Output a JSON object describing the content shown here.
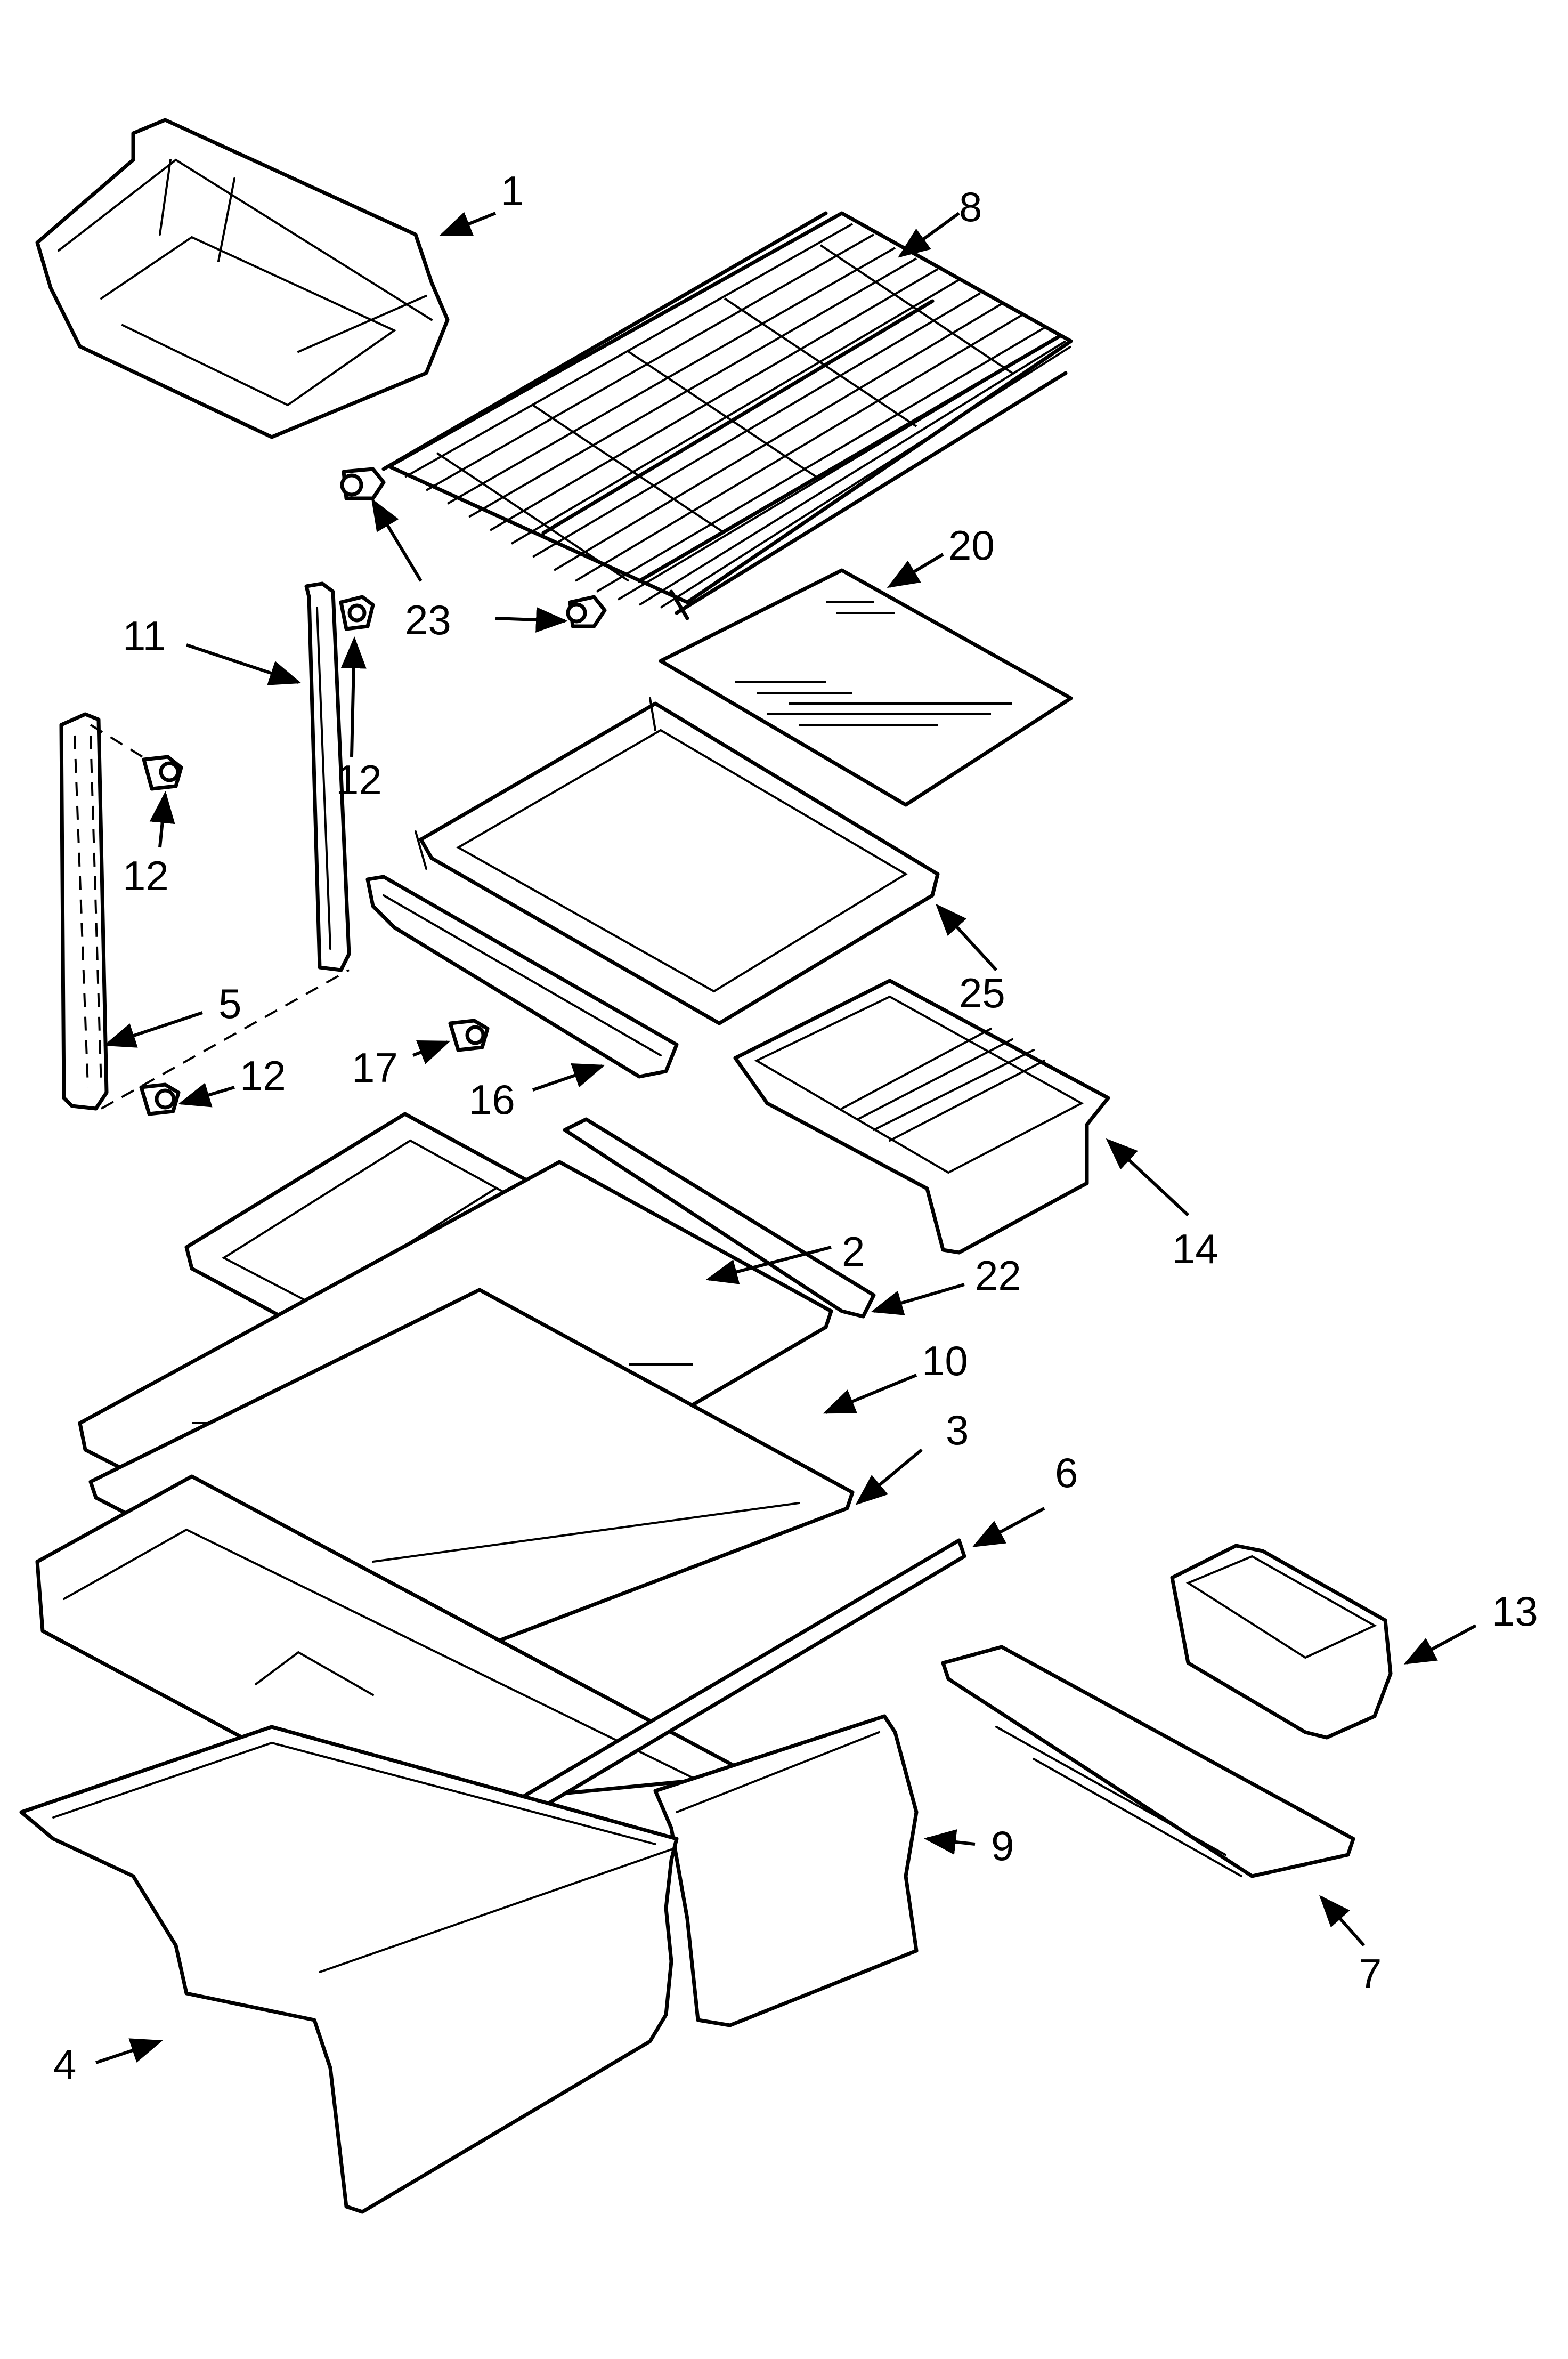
{
  "callouts": [
    {
      "id": "1",
      "label": "1"
    },
    {
      "id": "2",
      "label": "2"
    },
    {
      "id": "3",
      "label": "3"
    },
    {
      "id": "4",
      "label": "4"
    },
    {
      "id": "5",
      "label": "5"
    },
    {
      "id": "6",
      "label": "6"
    },
    {
      "id": "7",
      "label": "7"
    },
    {
      "id": "8",
      "label": "8"
    },
    {
      "id": "9",
      "label": "9"
    },
    {
      "id": "10",
      "label": "10"
    },
    {
      "id": "11",
      "label": "11"
    },
    {
      "id": "12a",
      "label": "12"
    },
    {
      "id": "12b",
      "label": "12"
    },
    {
      "id": "12c",
      "label": "12"
    },
    {
      "id": "13",
      "label": "13"
    },
    {
      "id": "14",
      "label": "14"
    },
    {
      "id": "16",
      "label": "16"
    },
    {
      "id": "17",
      "label": "17"
    },
    {
      "id": "20",
      "label": "20"
    },
    {
      "id": "22",
      "label": "22"
    },
    {
      "id": "23",
      "label": "23"
    },
    {
      "id": "25",
      "label": "25"
    }
  ],
  "colors": {
    "line": "#000000",
    "background": "#ffffff"
  }
}
